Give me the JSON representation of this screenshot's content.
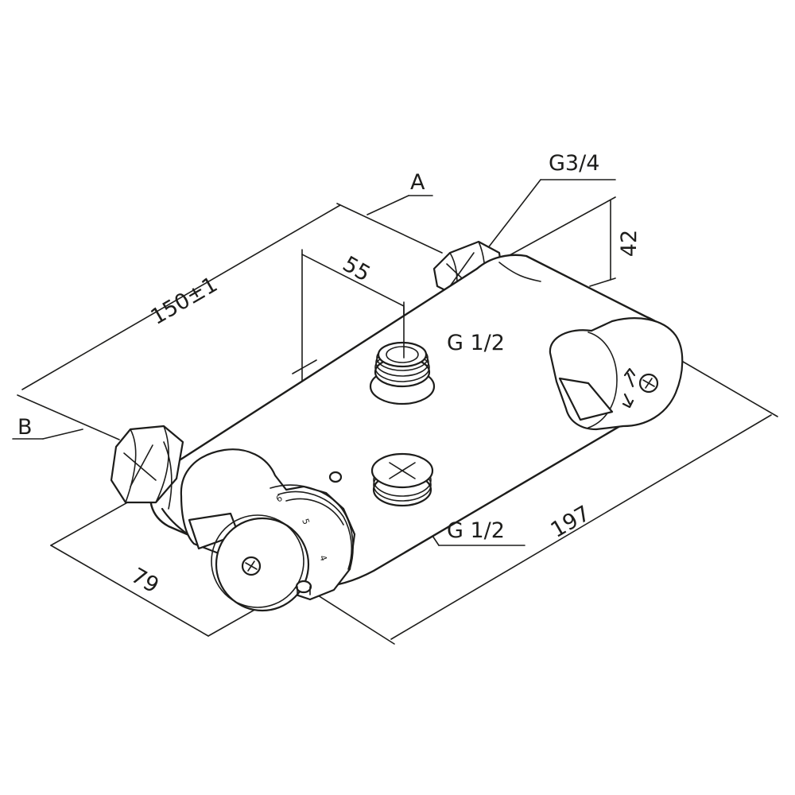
{
  "diagram": {
    "dimensions": {
      "length_150": "150±1",
      "spacing_55": "55",
      "height_42": "42",
      "depth_79": "79",
      "width_197": "197"
    },
    "threads": {
      "g34": "G3/4",
      "g12_top": "G 1/2",
      "g12_bottom": "G 1/2"
    },
    "views": {
      "a": "A",
      "b": "B"
    },
    "scale": {
      "s4": "4",
      "s5": "5",
      "s6": "6"
    }
  }
}
